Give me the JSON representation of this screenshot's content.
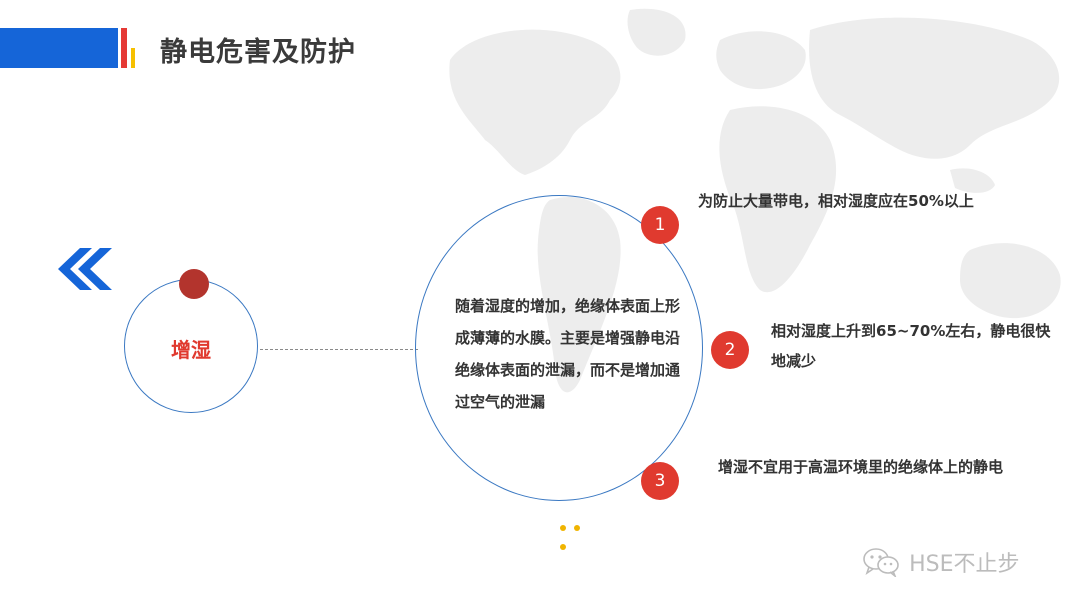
{
  "header": {
    "title": "静电危害及防护"
  },
  "navigation": {
    "prev_icon": "double-chevron-left-icon"
  },
  "topic": {
    "label": "增湿"
  },
  "main_circle": {
    "text": "随着湿度的增加，绝缘体表面上形成薄薄的水膜。主要是增强静电沿绝缘体表面的泄漏，而不是增加通过空气的泄漏"
  },
  "points": [
    {
      "number": "1",
      "text": "为防止大量带电，相对湿度应在50%以上"
    },
    {
      "number": "2",
      "text": "相对湿度上升到65~70%左右，静电很快地减少"
    },
    {
      "number": "3",
      "text": "增湿不宜用于高温环境里的绝缘体上的静电"
    }
  ],
  "watermark": {
    "brand": "HSE不止步",
    "icon": "wechat-icon"
  },
  "colors": {
    "accent_blue": "#1565d8",
    "accent_red": "#e03a2f",
    "accent_yellow": "#f6c000",
    "dot_dark_red": "#b3342d",
    "circle_stroke": "#3a78c2"
  }
}
